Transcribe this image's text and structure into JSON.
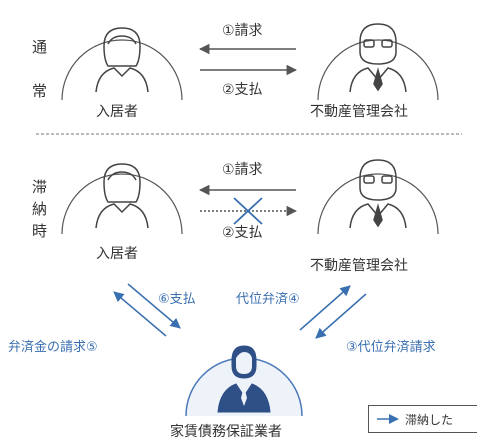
{
  "normal": {
    "label_chars": [
      "通",
      "常"
    ],
    "tenant_label": "入居者",
    "company_label": "不動産管理会社",
    "arrow_request": "①請求",
    "arrow_payment": "②支払"
  },
  "delinquent": {
    "label_chars": [
      "滞",
      "納",
      "時"
    ],
    "tenant_label": "入居者",
    "company_label": "不動産管理会社",
    "arrow_request": "①請求",
    "arrow_payment": "②支払"
  },
  "guarantor": {
    "label": "家賃債務保証業者",
    "flow_payment": "⑥支払",
    "flow_subrogation": "代位弁済④",
    "flow_reimbursement_claim": "弁済金の請求⑤",
    "flow_subrogation_claim": "③代位弁済請求"
  },
  "legend": {
    "label": "滞納した"
  },
  "colors": {
    "gray_line": "#555555",
    "blue_line": "#3a6fb0",
    "guarantor_fill": "#eef3fa",
    "guarantor_stroke": "#4a78b8",
    "cross": "#3a6fb0"
  }
}
